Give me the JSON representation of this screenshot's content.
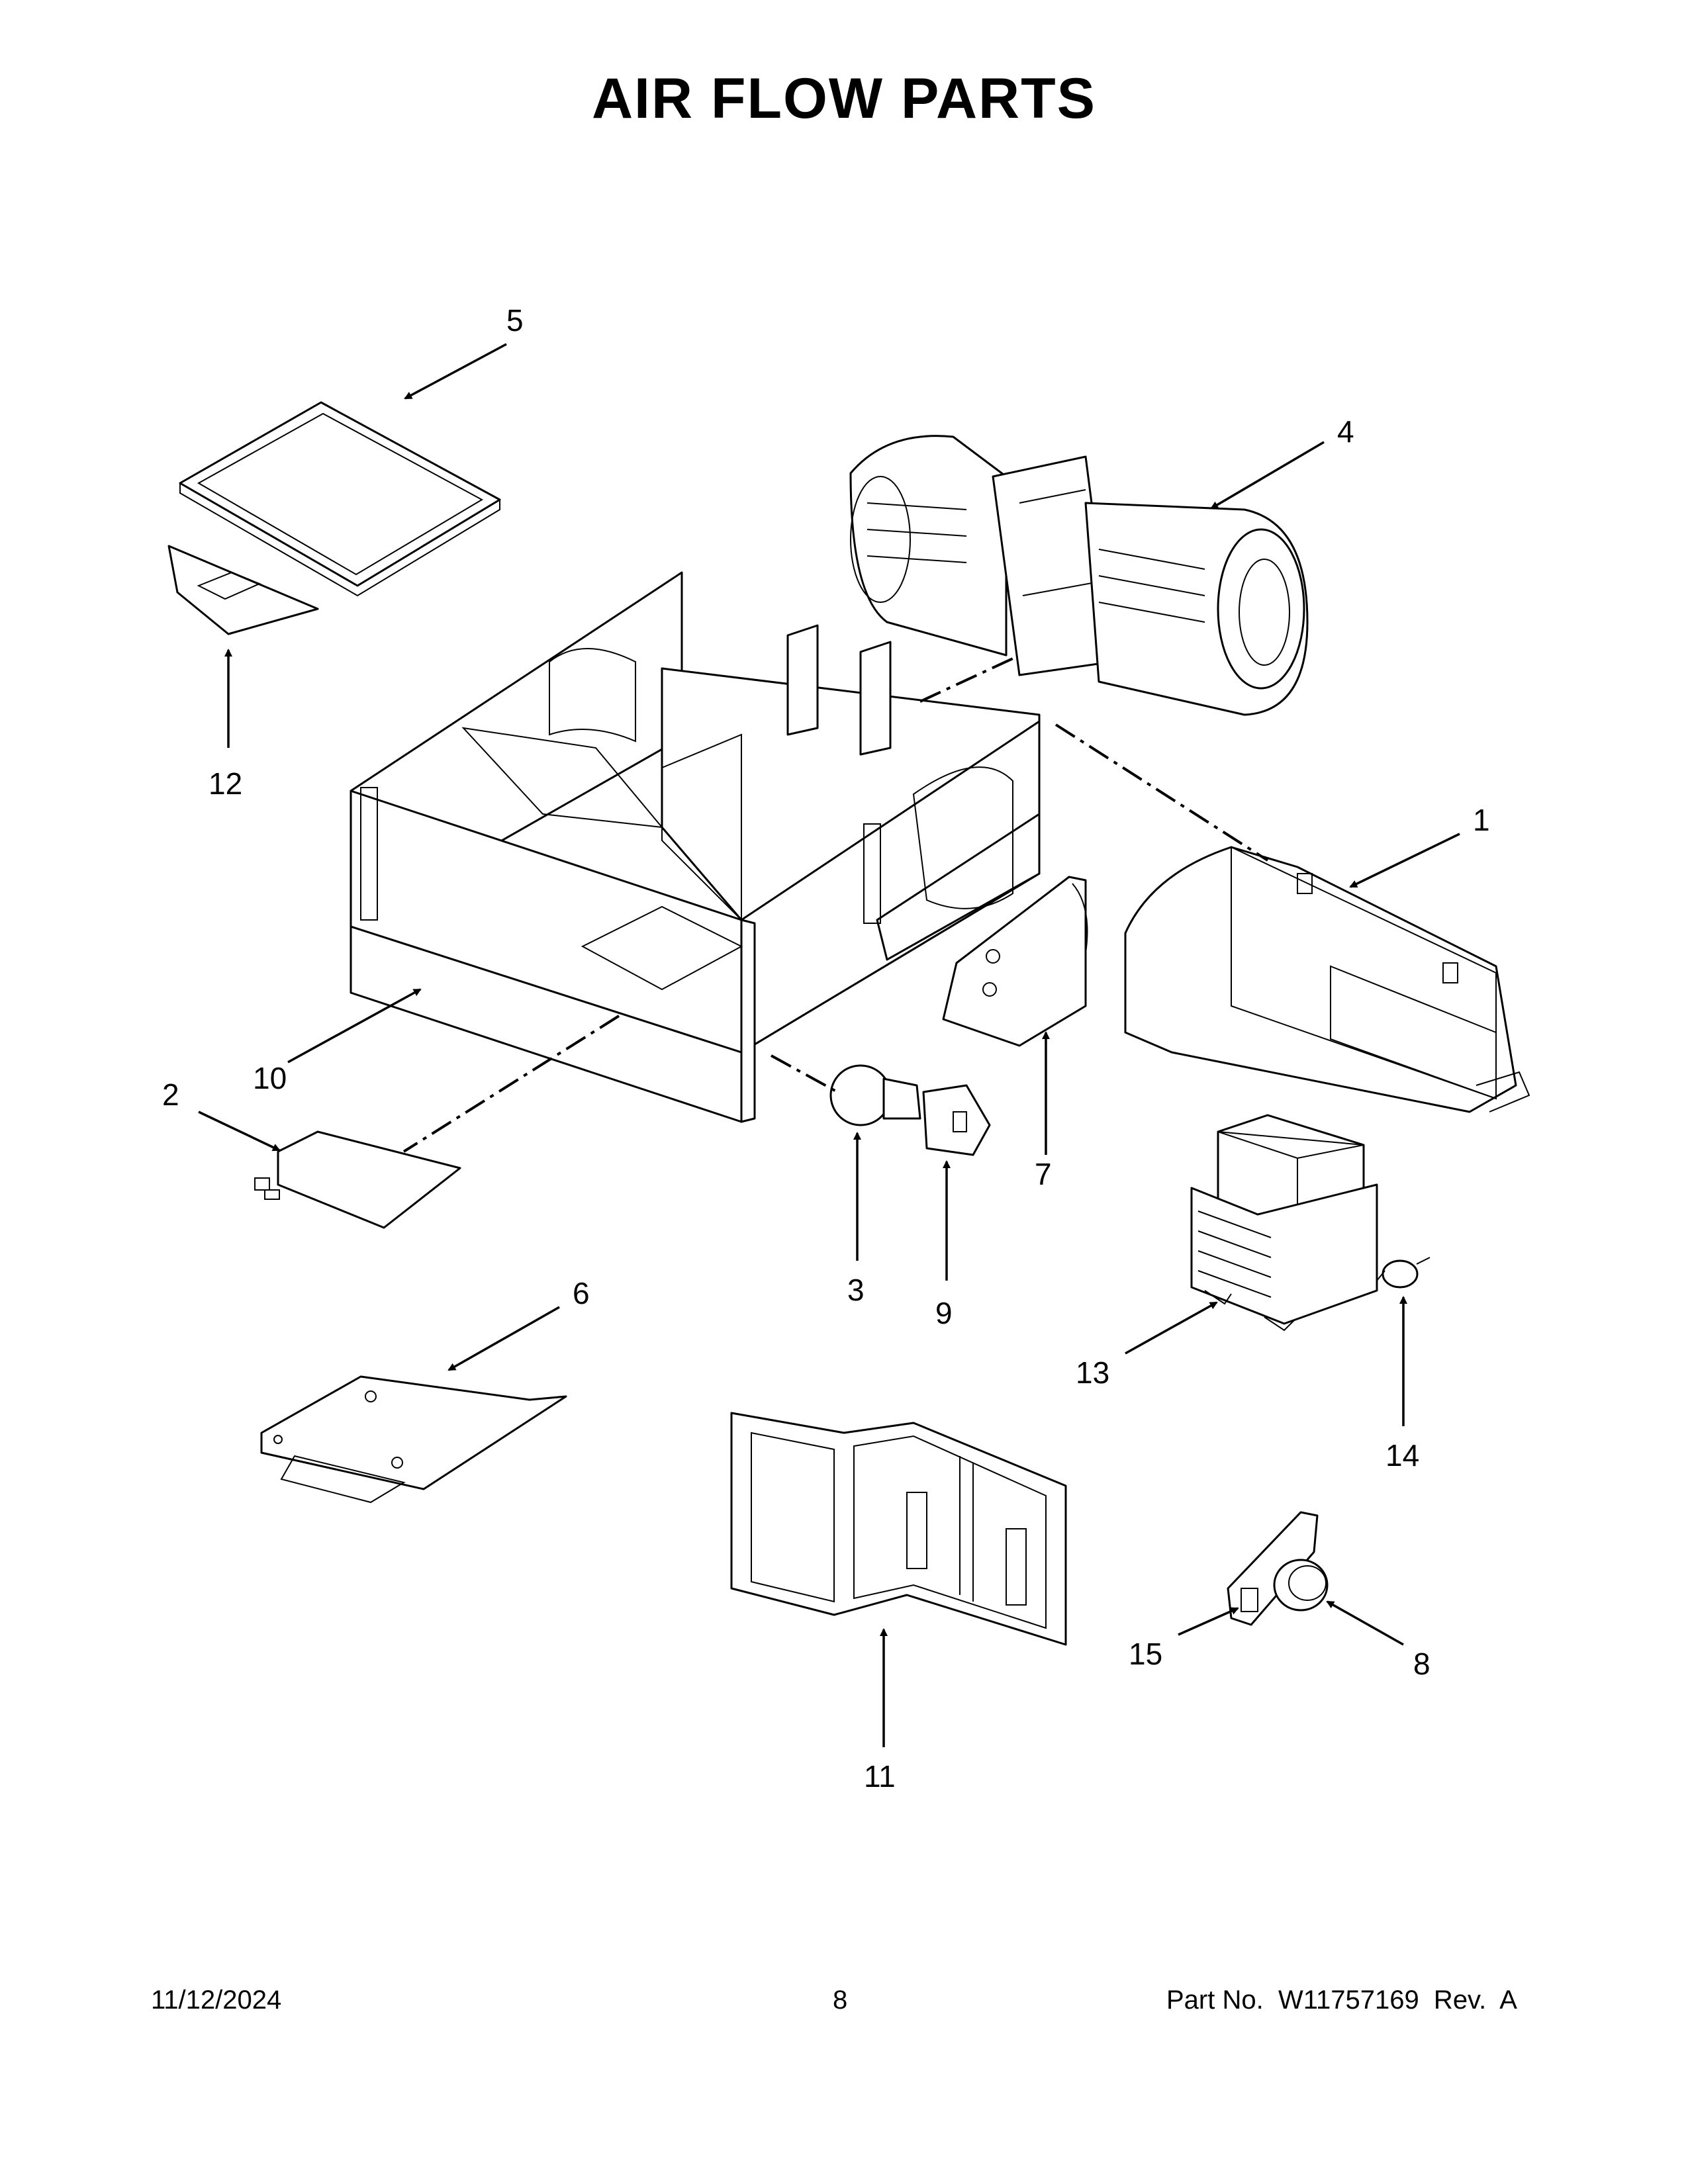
{
  "page": {
    "title": "AIR FLOW PARTS",
    "footer": {
      "date": "11/12/2024",
      "page_number": "8",
      "part_label": "Part No.  W11757169  Rev.  A"
    }
  },
  "callouts": [
    "1",
    "2",
    "3",
    "4",
    "5",
    "6",
    "7",
    "8",
    "9",
    "10",
    "11",
    "12",
    "13",
    "14",
    "15"
  ],
  "colors": {
    "ink": "#000000",
    "paper": "#ffffff"
  }
}
